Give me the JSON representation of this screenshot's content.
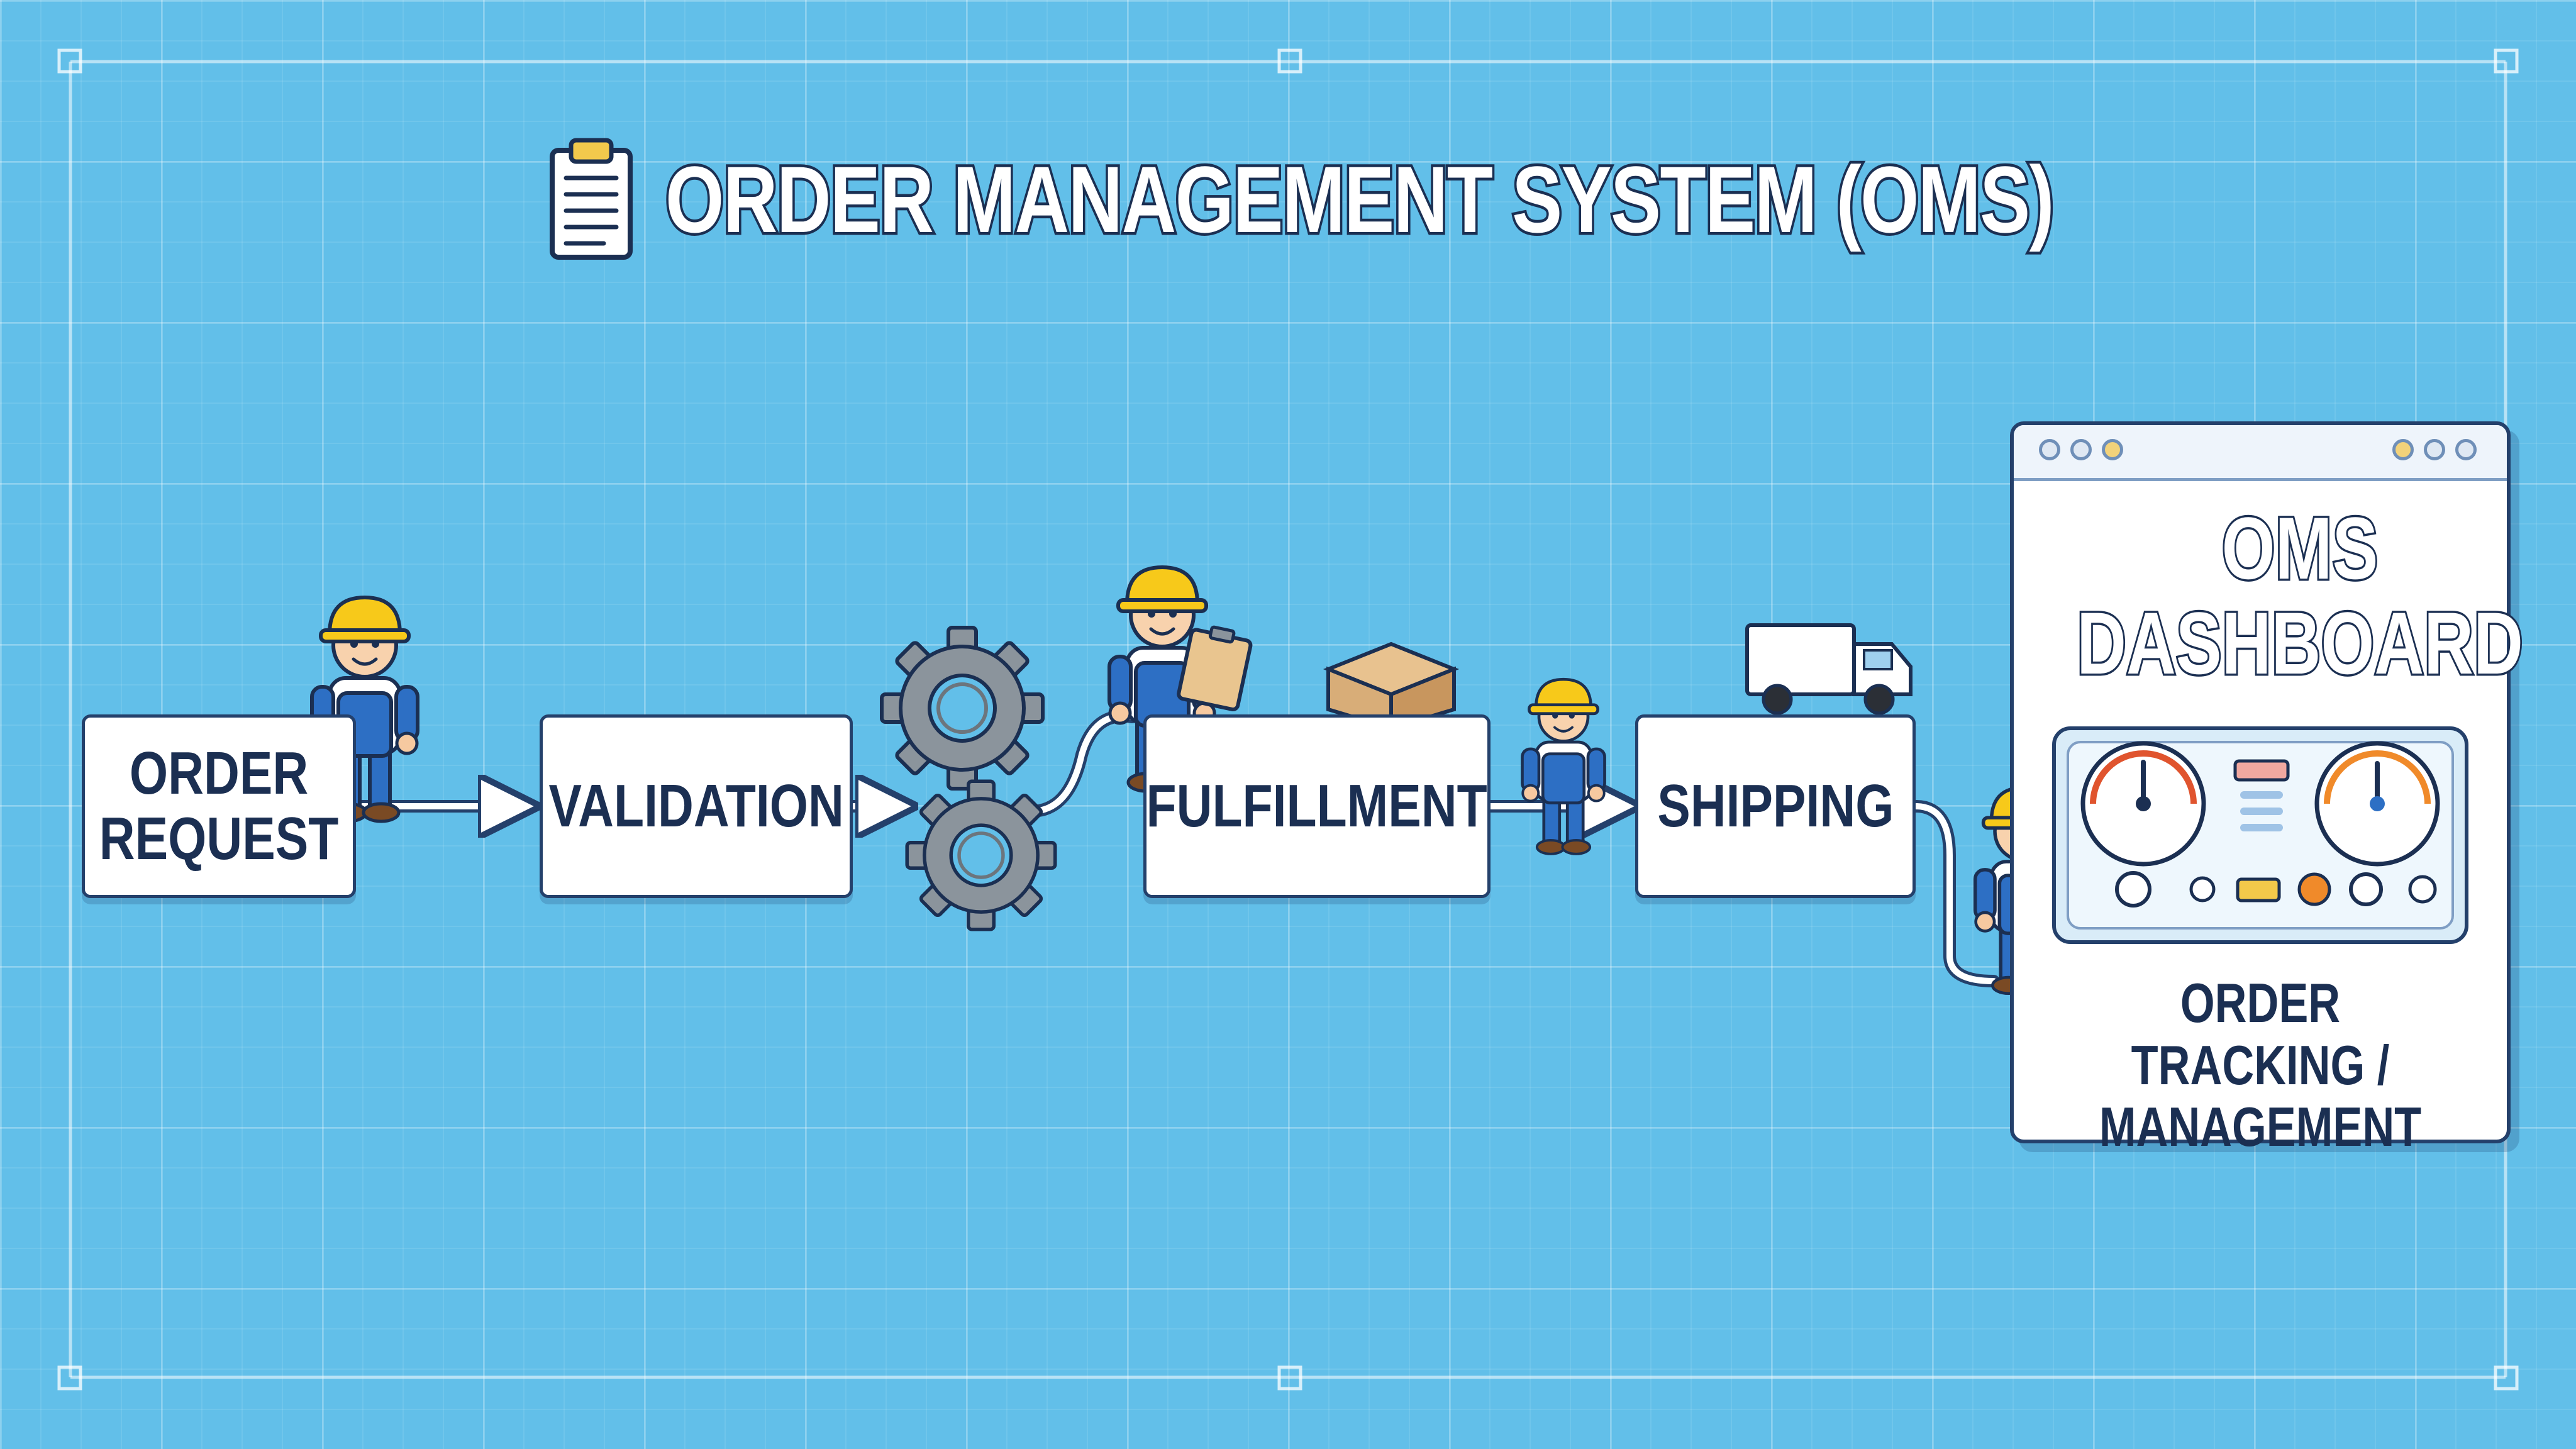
{
  "title": {
    "text": "ORDER MANAGEMENT SYSTEM (OMS)",
    "icon": "clipboard-icon"
  },
  "stages": [
    {
      "label": "ORDER\nREQUEST"
    },
    {
      "label": "VALIDATION"
    },
    {
      "label": "FULFILLMENT"
    },
    {
      "label": "SHIPPING"
    }
  ],
  "dashboard": {
    "title": "OMS\nDASHBOARD",
    "caption": "ORDER TRACKING /\nMANAGEMENT"
  },
  "decorations": [
    "worker-icon",
    "gears-icon",
    "package-box-icon",
    "delivery-truck-icon",
    "gauge-icon"
  ],
  "colors": {
    "background": "#62bfe9",
    "outline": "#1b2f52",
    "box_border": "#24406b",
    "helmet": "#f7c91a",
    "overalls": "#2d6fc4",
    "gear": "#8b949c",
    "box": "#d8ad78",
    "gauge_red": "#e0542e",
    "panel_orange": "#f08a2a"
  }
}
